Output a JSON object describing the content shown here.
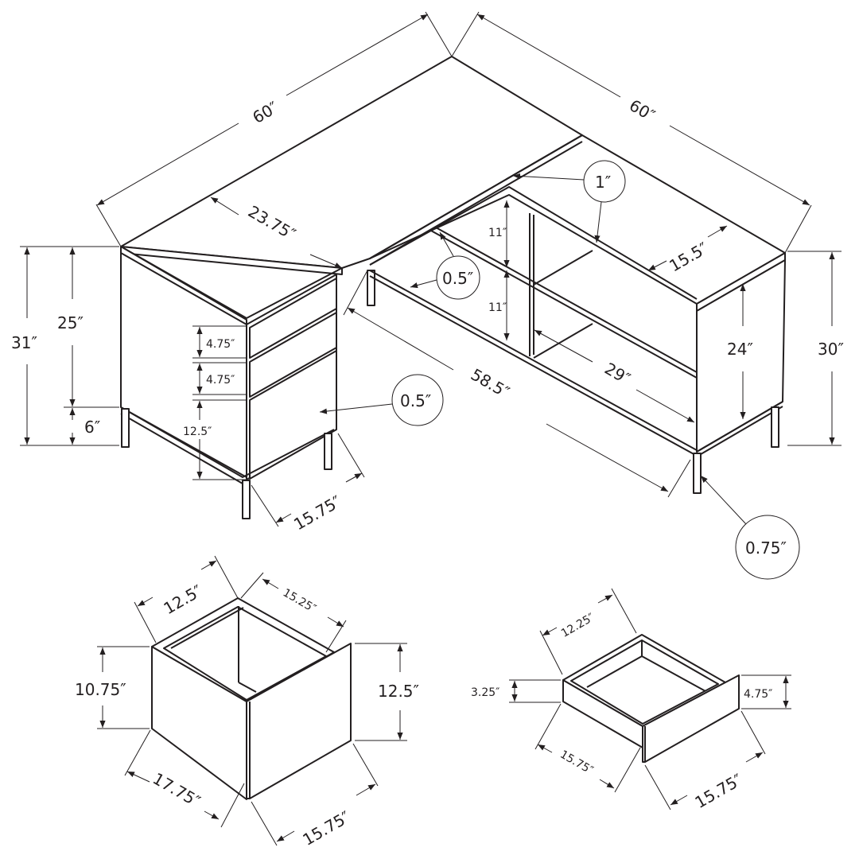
{
  "diagram": {
    "title": "L-shaped desk dimension diagram",
    "unit_mark": "″",
    "main_desk": {
      "top_left_length": "60″",
      "top_right_length": "60″",
      "desktop_depth": "23.75″",
      "bookcase_depth": "15.5″",
      "left_total_height": "31″",
      "left_cabinet_body_height": "25″",
      "left_leg_height": "6″",
      "right_total_height": "30″",
      "right_side_panel_height": "24″",
      "drawer_1_height": "4.75″",
      "drawer_2_height": "4.75″",
      "file_drawer_height": "12.5″",
      "pedestal_depth": "15.75″",
      "return_length": "58.5″",
      "shelf_height_upper": "11″",
      "shelf_height_lower": "11″",
      "shelf_width": "29″",
      "callout_top_thickness": "1″",
      "callout_panel_thickness": "0.5″",
      "callout_drawer_front_thickness": "0.5″",
      "callout_leg_size": "0.75″"
    },
    "file_drawer": {
      "back_width": "12.5″",
      "side_length": "15.25″",
      "box_height": "10.75″",
      "front_height": "12.5″",
      "overall_depth": "17.75″",
      "front_width": "15.75″"
    },
    "small_drawer": {
      "back_width": "12.25″",
      "box_height": "3.25″",
      "front_height": "4.75″",
      "side_depth": "15.75″",
      "front_width": "15.75″"
    }
  }
}
